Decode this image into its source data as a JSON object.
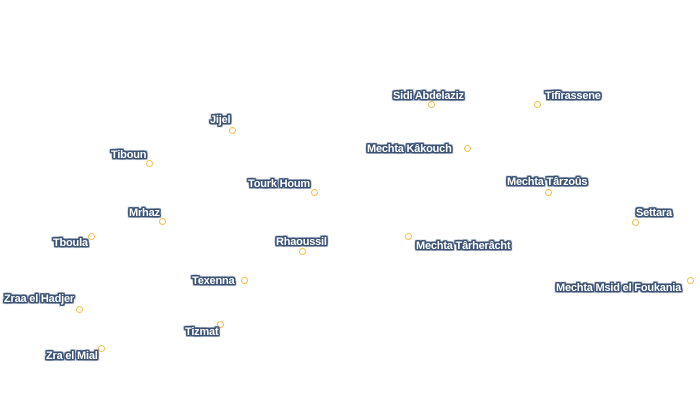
{
  "map": {
    "colors": {
      "label_text": "#ffffff",
      "label_halo": "#3b5274",
      "marker_fill": "#ffffff",
      "marker_stroke": "#f2c14e",
      "background": "#ffffff"
    },
    "places": [
      {
        "name": "Sidi Abdelaziz"
      },
      {
        "name": "Tifîrassene"
      },
      {
        "name": "Jijel"
      },
      {
        "name": "Mechta Kâkouch"
      },
      {
        "name": "Tiboun"
      },
      {
        "name": "Tourk Houm"
      },
      {
        "name": "Mechta Târzoûs"
      },
      {
        "name": "Mrhaz"
      },
      {
        "name": "Settara"
      },
      {
        "name": "Tboula"
      },
      {
        "name": "Rhaoussil"
      },
      {
        "name": "Mechta Târherâcht"
      },
      {
        "name": "Texenna"
      },
      {
        "name": "Mechta Msid el Foukania"
      },
      {
        "name": "Zraa el Hadjer"
      },
      {
        "name": "Tizmat"
      },
      {
        "name": "Zra el Mial"
      }
    ]
  }
}
